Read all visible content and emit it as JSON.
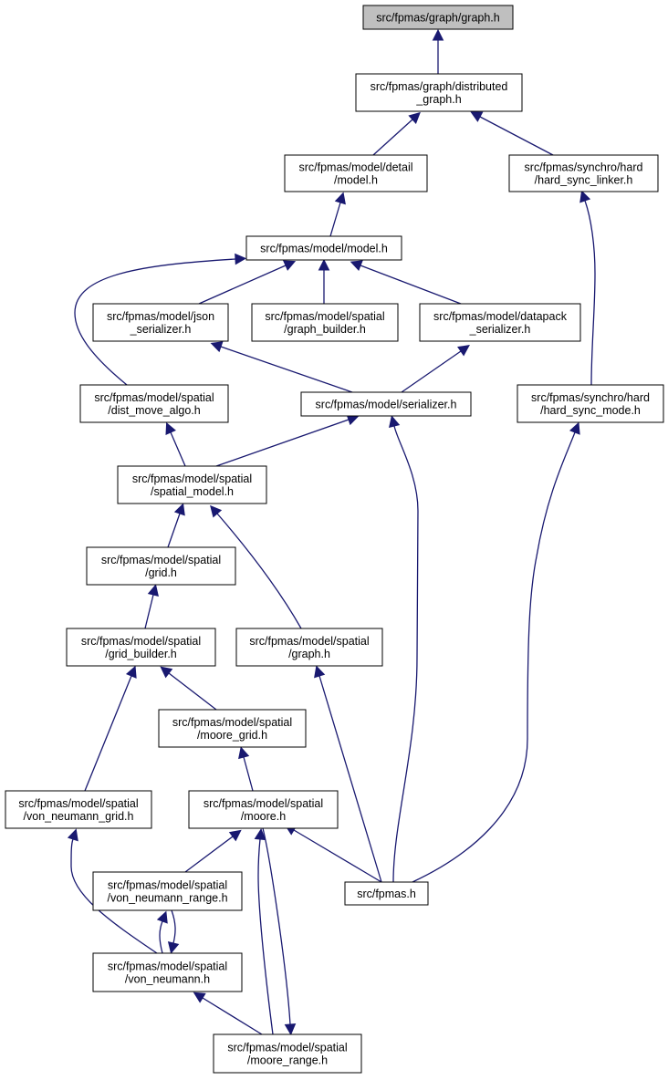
{
  "graph": {
    "edge_color": "#191970",
    "root_fill": "#bfbfbf",
    "nodes": [
      {
        "id": "graph",
        "label": [
          "src/fpmas/graph/graph.h"
        ],
        "root": true
      },
      {
        "id": "distributed-graph",
        "label": [
          "src/fpmas/graph/distributed",
          "_graph.h"
        ]
      },
      {
        "id": "model-detail-model",
        "label": [
          "src/fpmas/model/detail",
          "/model.h"
        ]
      },
      {
        "id": "hard-sync-linker",
        "label": [
          "src/fpmas/synchro/hard",
          "/hard_sync_linker.h"
        ]
      },
      {
        "id": "model-model",
        "label": [
          "src/fpmas/model/model.h"
        ]
      },
      {
        "id": "json-serializer",
        "label": [
          "src/fpmas/model/json",
          "_serializer.h"
        ]
      },
      {
        "id": "spatial-graph-builder",
        "label": [
          "src/fpmas/model/spatial",
          "/graph_builder.h"
        ]
      },
      {
        "id": "datapack-serializer",
        "label": [
          "src/fpmas/model/datapack",
          "_serializer.h"
        ]
      },
      {
        "id": "dist-move-algo",
        "label": [
          "src/fpmas/model/spatial",
          "/dist_move_algo.h"
        ]
      },
      {
        "id": "serializer",
        "label": [
          "src/fpmas/model/serializer.h"
        ]
      },
      {
        "id": "hard-sync-mode",
        "label": [
          "src/fpmas/synchro/hard",
          "/hard_sync_mode.h"
        ]
      },
      {
        "id": "spatial-model",
        "label": [
          "src/fpmas/model/spatial",
          "/spatial_model.h"
        ]
      },
      {
        "id": "spatial-grid",
        "label": [
          "src/fpmas/model/spatial",
          "/grid.h"
        ]
      },
      {
        "id": "grid-builder",
        "label": [
          "src/fpmas/model/spatial",
          "/grid_builder.h"
        ]
      },
      {
        "id": "spatial-graph",
        "label": [
          "src/fpmas/model/spatial",
          "/graph.h"
        ]
      },
      {
        "id": "moore-grid",
        "label": [
          "src/fpmas/model/spatial",
          "/moore_grid.h"
        ]
      },
      {
        "id": "von-neumann-grid",
        "label": [
          "src/fpmas/model/spatial",
          "/von_neumann_grid.h"
        ]
      },
      {
        "id": "moore",
        "label": [
          "src/fpmas/model/spatial",
          "/moore.h"
        ]
      },
      {
        "id": "fpmas",
        "label": [
          "src/fpmas.h"
        ]
      },
      {
        "id": "von-neumann-range",
        "label": [
          "src/fpmas/model/spatial",
          "/von_neumann_range.h"
        ]
      },
      {
        "id": "von-neumann",
        "label": [
          "src/fpmas/model/spatial",
          "/von_neumann.h"
        ]
      },
      {
        "id": "moore-range",
        "label": [
          "src/fpmas/model/spatial",
          "/moore_range.h"
        ]
      }
    ],
    "edges": [
      {
        "from": "distributed-graph",
        "to": "graph"
      },
      {
        "from": "model-detail-model",
        "to": "distributed-graph"
      },
      {
        "from": "hard-sync-linker",
        "to": "distributed-graph"
      },
      {
        "from": "model-model",
        "to": "model-detail-model"
      },
      {
        "from": "json-serializer",
        "to": "model-model"
      },
      {
        "from": "spatial-graph-builder",
        "to": "model-model"
      },
      {
        "from": "datapack-serializer",
        "to": "model-model"
      },
      {
        "from": "dist-move-algo",
        "to": "model-model"
      },
      {
        "from": "hard-sync-mode",
        "to": "hard-sync-linker"
      },
      {
        "from": "serializer",
        "to": "json-serializer"
      },
      {
        "from": "serializer",
        "to": "datapack-serializer"
      },
      {
        "from": "spatial-model",
        "to": "dist-move-algo"
      },
      {
        "from": "spatial-model",
        "to": "serializer"
      },
      {
        "from": "spatial-grid",
        "to": "spatial-model"
      },
      {
        "from": "spatial-graph",
        "to": "spatial-model"
      },
      {
        "from": "grid-builder",
        "to": "spatial-grid"
      },
      {
        "from": "moore-grid",
        "to": "grid-builder"
      },
      {
        "from": "von-neumann-grid",
        "to": "grid-builder"
      },
      {
        "from": "moore",
        "to": "moore-grid"
      },
      {
        "from": "fpmas",
        "to": "serializer"
      },
      {
        "from": "fpmas",
        "to": "spatial-graph"
      },
      {
        "from": "fpmas",
        "to": "hard-sync-mode"
      },
      {
        "from": "fpmas",
        "to": "moore"
      },
      {
        "from": "von-neumann-range",
        "to": "moore"
      },
      {
        "from": "moore-range",
        "to": "moore"
      },
      {
        "from": "moore",
        "to": "moore-range"
      },
      {
        "from": "von-neumann",
        "to": "von-neumann-range"
      },
      {
        "from": "von-neumann-range",
        "to": "von-neumann"
      },
      {
        "from": "von-neumann",
        "to": "von-neumann-grid"
      },
      {
        "from": "moore-range",
        "to": "von-neumann"
      }
    ]
  }
}
